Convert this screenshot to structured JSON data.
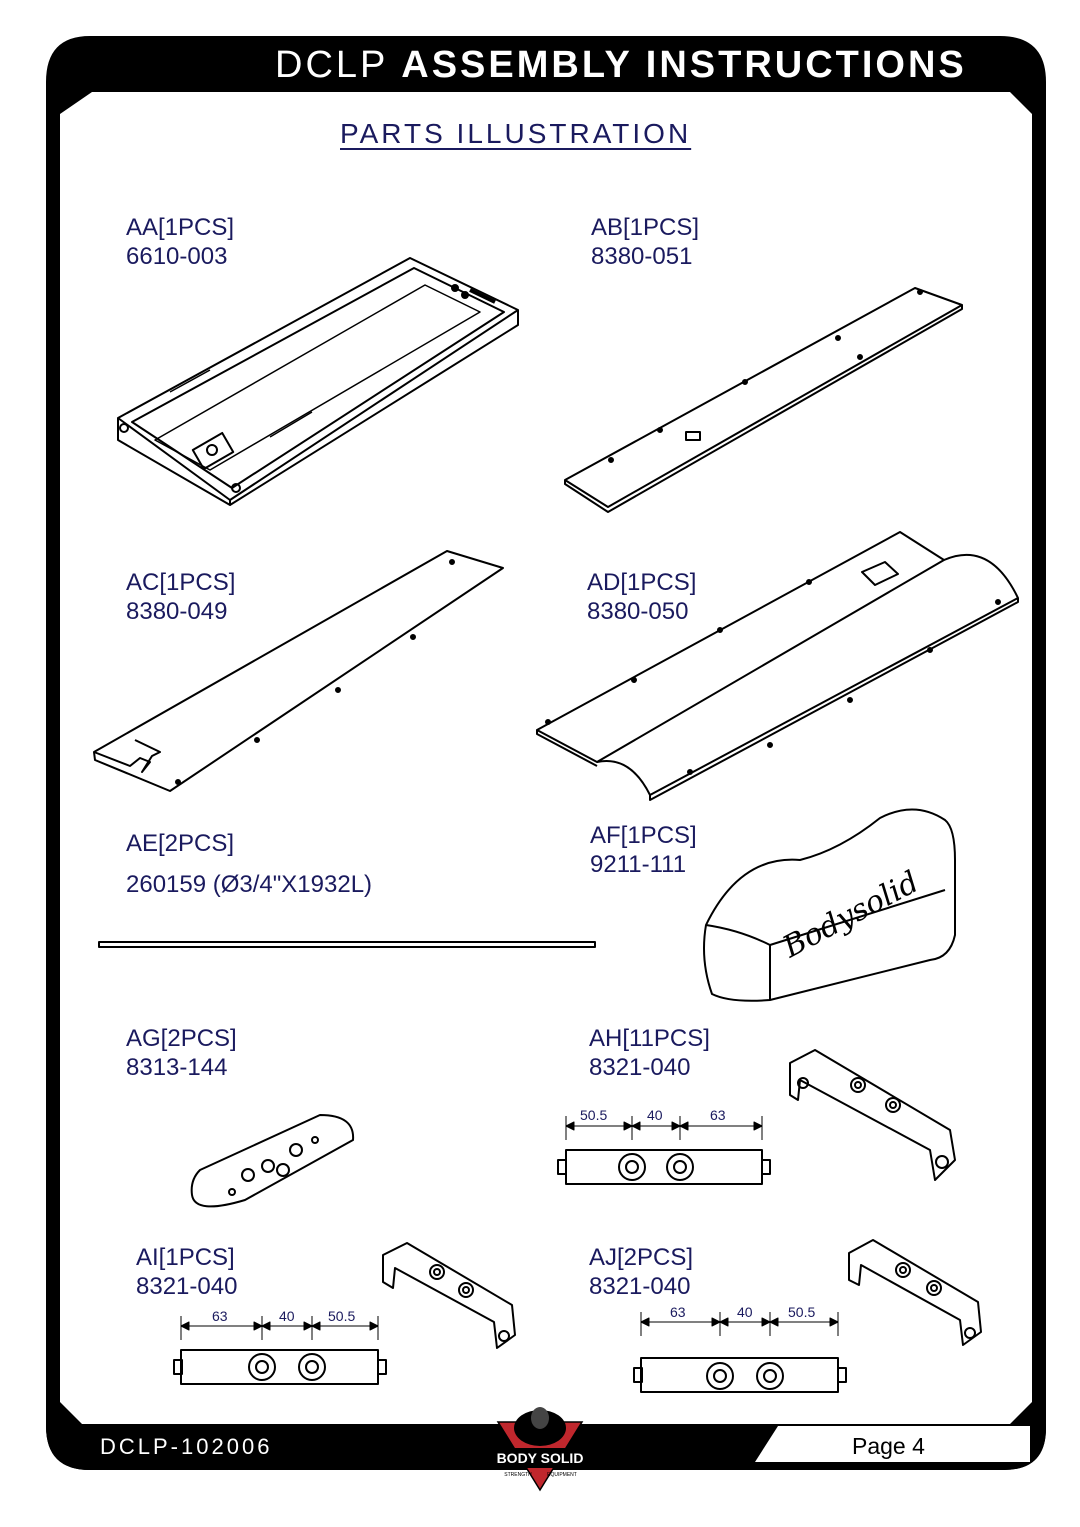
{
  "header": {
    "title_brand": "DCLP",
    "title_rest": "ASSEMBLY INSTRUCTIONS"
  },
  "section_title": "PARTS ILLUSTRATION",
  "parts": [
    {
      "code": "AA[1PCS]",
      "number": "6610-003"
    },
    {
      "code": "AB[1PCS]",
      "number": "8380-051"
    },
    {
      "code": "AC[1PCS]",
      "number": "8380-049"
    },
    {
      "code": "AD[1PCS]",
      "number": "8380-050"
    },
    {
      "code": "AE[2PCS]",
      "number": "260159 (Ø3/4\"X1932L)"
    },
    {
      "code": "AF[1PCS]",
      "number": "9211-111"
    },
    {
      "code": "AG[2PCS]",
      "number": "8313-144"
    },
    {
      "code": "AH[11PCS]",
      "number": "8321-040",
      "dims": [
        "50.5",
        "40",
        "63"
      ]
    },
    {
      "code": "AI[1PCS]",
      "number": "8321-040",
      "dims": [
        "63",
        "40",
        "50.5"
      ]
    },
    {
      "code": "AJ[2PCS]",
      "number": "8321-040",
      "dims": [
        "63",
        "40",
        "50.5"
      ]
    }
  ],
  "logo_text": {
    "brand": "BODY SOLID",
    "tagline_left": "STRENGTH",
    "tagline_right": "EQUIPMENT"
  },
  "footer": {
    "doc_code": "DCLP-102006",
    "page": "Page 4"
  },
  "colors": {
    "frame": "#000000",
    "label": "#1a1a5e",
    "logo_red": "#c0272d"
  }
}
